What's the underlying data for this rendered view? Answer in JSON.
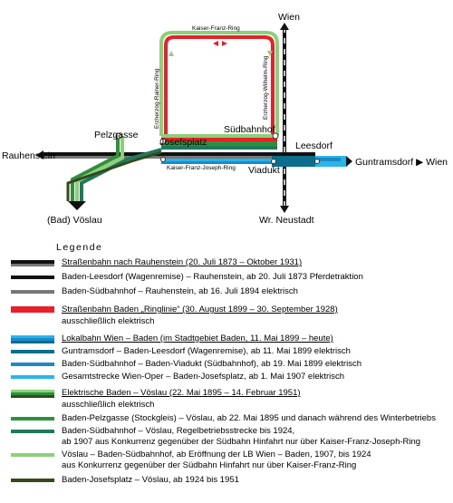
{
  "map": {
    "stations": {
      "wien": "Wien",
      "rauhenstein": "Rauhenstein",
      "pelzgasse": "Pelzgasse",
      "josefsplatz": "Josefsplatz",
      "suedbahnhof": "Südbahnhof",
      "leesdorf": "Leesdorf",
      "viadukt": "Viadukt",
      "guntramsdorf_wien": "Guntramsdorf ▶ Wien",
      "voeslau": "(Bad) Vöslau",
      "wr_neustadt": "Wr. Neustadt"
    },
    "streets": {
      "kaiser_franz_ring": "Kaiser-Franz-Ring",
      "erzherzog_rainer_ring": "Erzherzog-Rainer-Ring",
      "erzherzog_wilhelm_ring": "Erzherzog-Wilhelm-Ring",
      "kaiser_franz_joseph_ring": "Kaiser-Franz-Joseph-Ring"
    },
    "arrow_left": "◀",
    "colors": {
      "black": "#111111",
      "grey": "#777777",
      "red": "#e8202a",
      "blue_dark": "#0d6d8c",
      "blue_mid": "#1c8ac9",
      "blue_light": "#29b5ea",
      "green_mid": "#2e8f3c",
      "green_light": "#8cd17a",
      "green_teal": "#1f7a5c",
      "green_dark": "#344a1c"
    }
  },
  "legend": {
    "heading": "Legende",
    "groups": [
      {
        "header": "Straßenbahn nach Rauhenstein (20. Juli 1873 – Oktober 1931)",
        "subheader": "",
        "items": [
          "Baden-Leesdorf (Wagenremise) – Rauhenstein, ab 20. Juli 1873 Pferdetraktion",
          "Baden-Südbahnhof – Rauhenstein, ab 16. Juli 1894 elektrisch"
        ]
      },
      {
        "header": "Straßenbahn Baden „Ringlinie“ (30. August 1899 – 30. September 1928)",
        "subheader": "ausschließlich elektrisch",
        "items": []
      },
      {
        "header": "Lokalbahn Wien – Baden (im Stadtgebiet Baden, 11. Mai 1899 – heute)",
        "subheader": "",
        "items": [
          "Guntramsdorf – Baden-Leesdorf (Wagenremise), ab 11. Mai 1899 elektrisch",
          "Baden-Südbahnhof – Baden-Viadukt (Südbahnhof), ab 19. Mai 1899 elektrisch",
          "Gesamtstrecke Wien-Oper – Baden-Josefsplatz, ab 1. Mai 1907 elektrisch"
        ]
      },
      {
        "header": "Elektrische Baden – Vöslau (22. Mai 1895 – 14. Februar 1951)",
        "subheader": "ausschließlich elektrisch",
        "items": [
          "Baden-Pelzgasse (Stockgleis) – Vöslau, ab 22. Mai 1895 und danach während des Winterbetriebs",
          "Baden-Südbahnhof – Vöslau, Regelbetriebsstrecke bis 1924,",
          "ab 1907 aus Konkurrenz gegenüber der Südbahn Hinfahrt nur über Kaiser-Franz-Joseph-Ring",
          "Vöslau – Baden-Südbahnhof, ab Eröffnung der LB Wien – Baden, 1907, bis 1924",
          "aus Konkurrenz gegenüber der Südbahn Hinfahrt nur über Kaiser-Franz-Ring",
          "Baden-Josefsplatz – Vöslau, ab 1924 bis 1951"
        ]
      }
    ]
  }
}
